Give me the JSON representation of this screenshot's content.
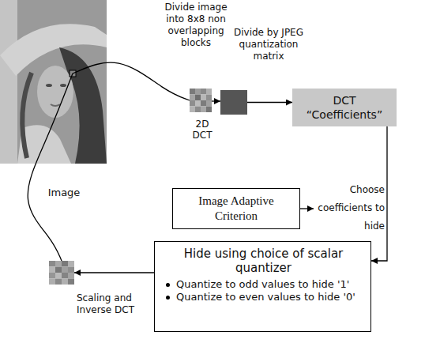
{
  "diagram": {
    "nodes": [
      {
        "text": [
          "Image"
        ]
      },
      {
        "text": [
          "Divide image into 8x8 non overlapping blocks"
        ]
      },
      {
        "text": [
          "Divide by JPEG quantization matrix"
        ]
      },
      {
        "text": [
          "DCT “Coefficients”"
        ]
      },
      {
        "text": [
          "Image Adaptive Criterion"
        ]
      },
      {
        "text": [
          "Hide using choice of scalar quantizer",
          "Quantize to odd values to hide '1'",
          "Quantize to even values to hide '0'"
        ]
      },
      {
        "text": [
          "Scaling and Inverse DCT"
        ]
      }
    ],
    "edges": [
      {
        "from": 0,
        "to": 1,
        "arrow": "none"
      },
      {
        "from": 0,
        "to": 6,
        "arrow": "none"
      },
      {
        "from": 1,
        "to": 2,
        "arrow": "to",
        "label": "2D DCT"
      },
      {
        "from": 2,
        "to": 3,
        "arrow": "to"
      },
      {
        "from": 3,
        "to": 5,
        "arrow": "to",
        "label": "Choose coefficients to hide"
      },
      {
        "from": 5,
        "to": 6,
        "arrow": "to"
      }
    ]
  }
}
